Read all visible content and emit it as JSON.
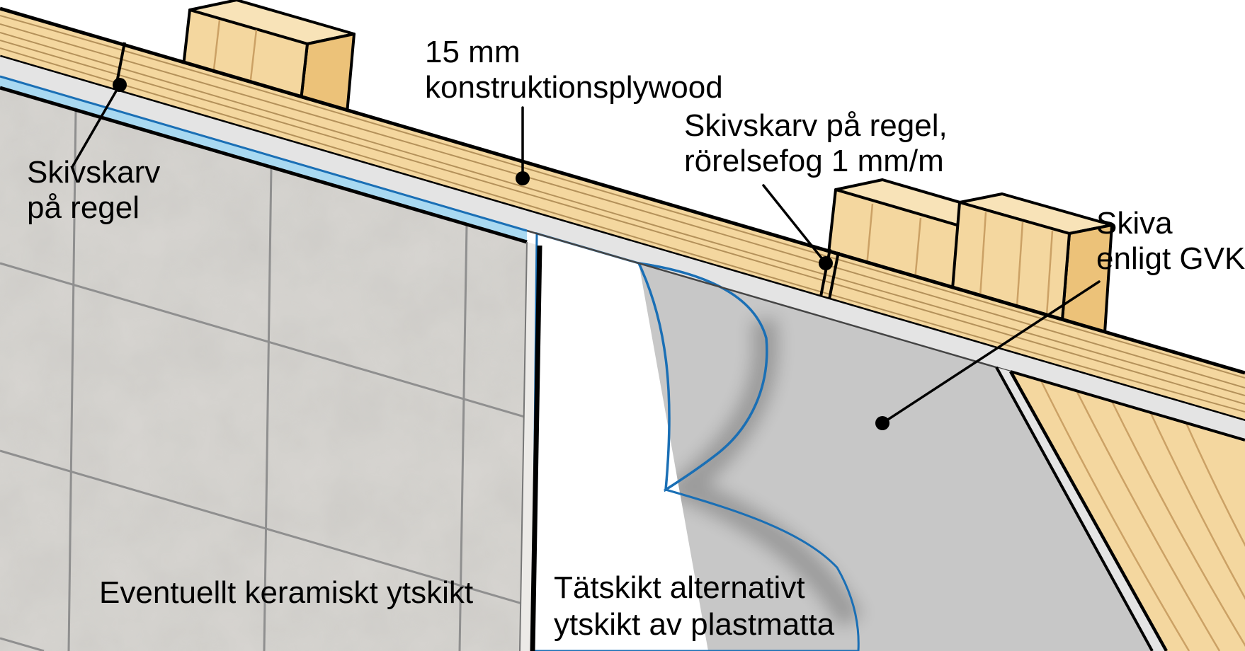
{
  "labels": {
    "plywood": {
      "line1": "15 mm",
      "line2": "konstruktionsplywood"
    },
    "joint_left": {
      "line1": "Skivskarv",
      "line2": "på regel"
    },
    "joint_right": {
      "line1": "Skivskarv på regel,",
      "line2": "rörelsefog 1 mm/m"
    },
    "gvk_board": {
      "line1": "Skiva",
      "line2": "enligt GVK"
    },
    "ceramic": {
      "line1": "Eventuellt keramiskt ytskikt"
    },
    "membrane": {
      "line1": "Tätskikt alternativt",
      "line2": "ytskikt av plastmatta"
    }
  },
  "colors": {
    "background": "#ffffff",
    "wood": "#f4d79f",
    "wood_side": "#ecc279",
    "wood_top": "#f8e3b8",
    "wood_grain": "#a8854e",
    "board_edge": "#e4e4e4",
    "board_face": "#c7c7c7",
    "membrane": "#a9d9f1",
    "membrane_back": "#c9e8f8",
    "membrane_line": "#1a6fb5",
    "tile": "#d8d6d2",
    "tile_edge": "#eceae7",
    "grout": "#8f8f8f",
    "outline": "#000000"
  }
}
